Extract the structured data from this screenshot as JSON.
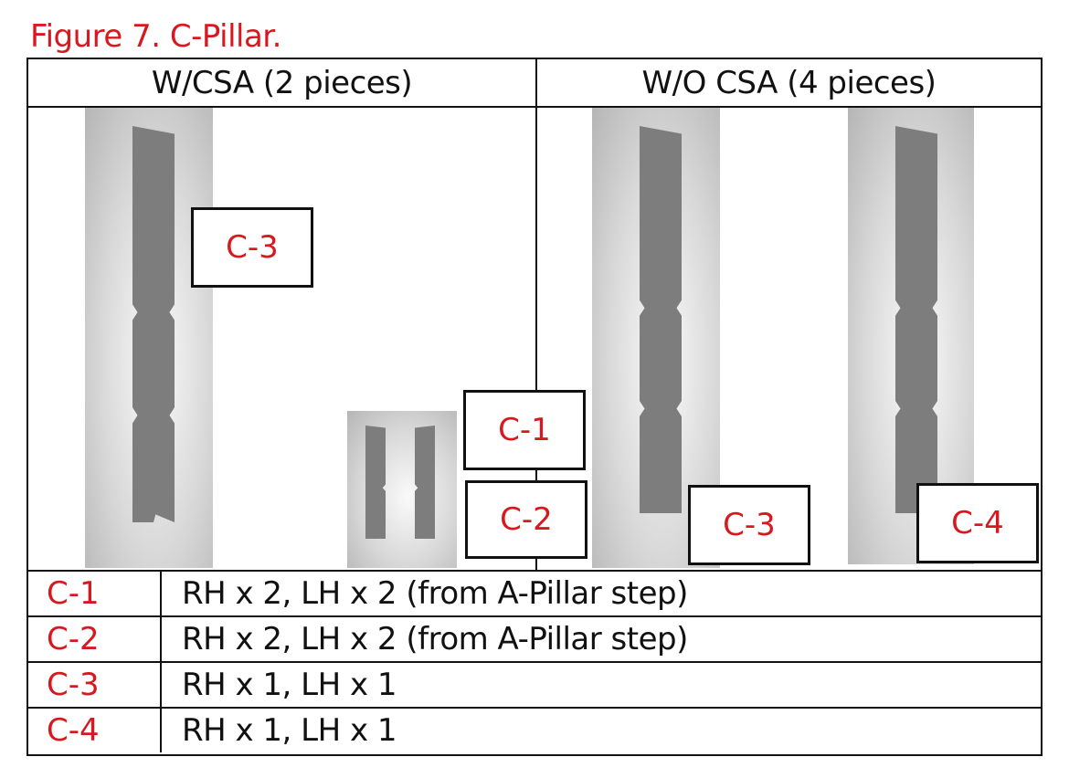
{
  "caption": "Figure 7. C-Pillar.",
  "header": {
    "left": "W/CSA (2 pieces)",
    "right": "W/O CSA (4 pieces)"
  },
  "labels": {
    "left_c3": "C-3",
    "c1": "C-1",
    "c2": "C-2",
    "right_c3": "C-3",
    "right_c4": "C-4"
  },
  "table": {
    "rows": [
      {
        "code": "C-1",
        "desc": "RH x 2, LH x 2 (from A-Pillar step)"
      },
      {
        "code": "C-2",
        "desc": "RH x 2, LH x 2 (from A-Pillar step)"
      },
      {
        "code": "C-3",
        "desc": "RH x 1, LH x 1"
      },
      {
        "code": "C-4",
        "desc": "RH x 1, LH x 1"
      }
    ]
  },
  "colors": {
    "accent": "#d7191f",
    "line": "#111111",
    "part": "#7d7d7d"
  }
}
